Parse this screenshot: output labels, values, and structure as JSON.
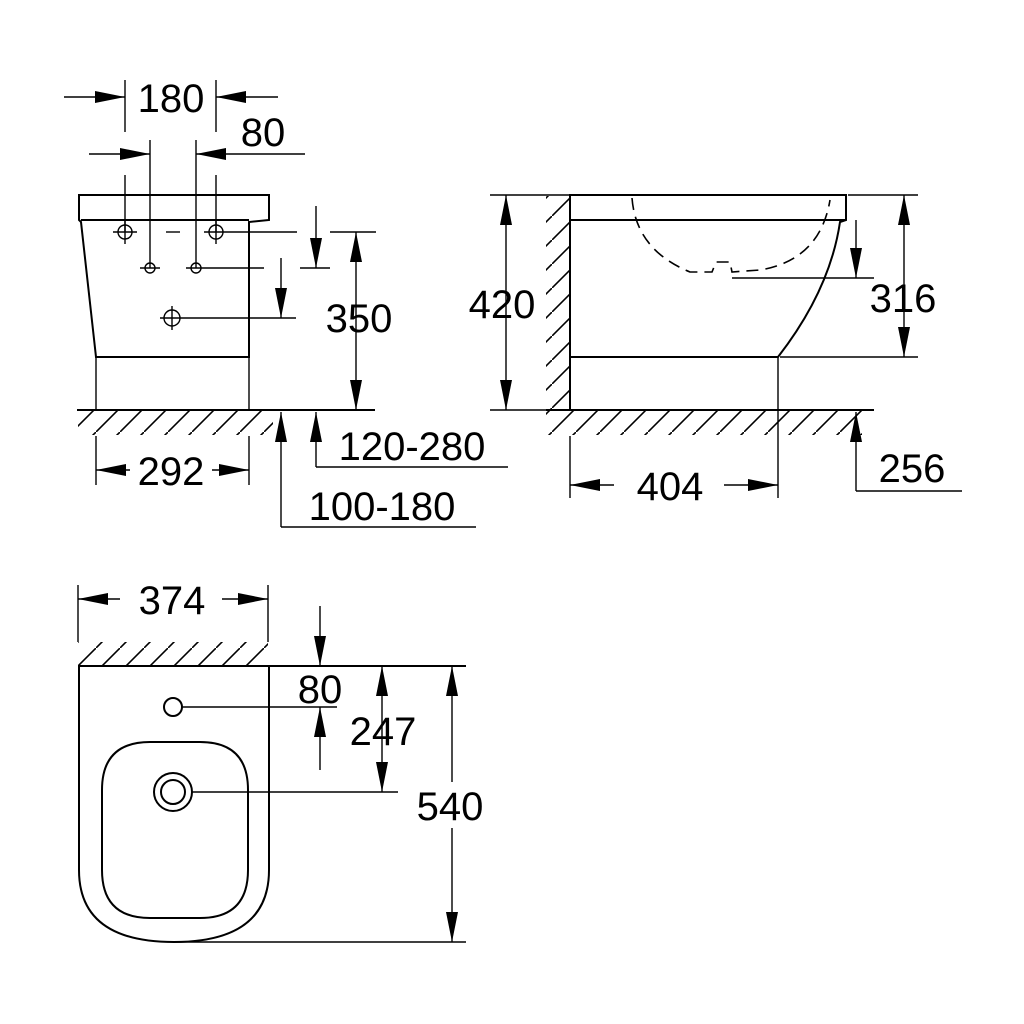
{
  "dimensions": {
    "front_width_top": "180",
    "front_pipe_spacing": "80",
    "front_height": "350",
    "front_base_width": "292",
    "front_inlet_range": "120-280",
    "front_outlet_range": "100-180",
    "side_height": "420",
    "side_rim_height": "316",
    "side_depth": "404",
    "side_outlet_distance": "256",
    "top_width": "374",
    "top_tap_offset": "80",
    "top_drain_offset": "247",
    "top_length": "540"
  }
}
